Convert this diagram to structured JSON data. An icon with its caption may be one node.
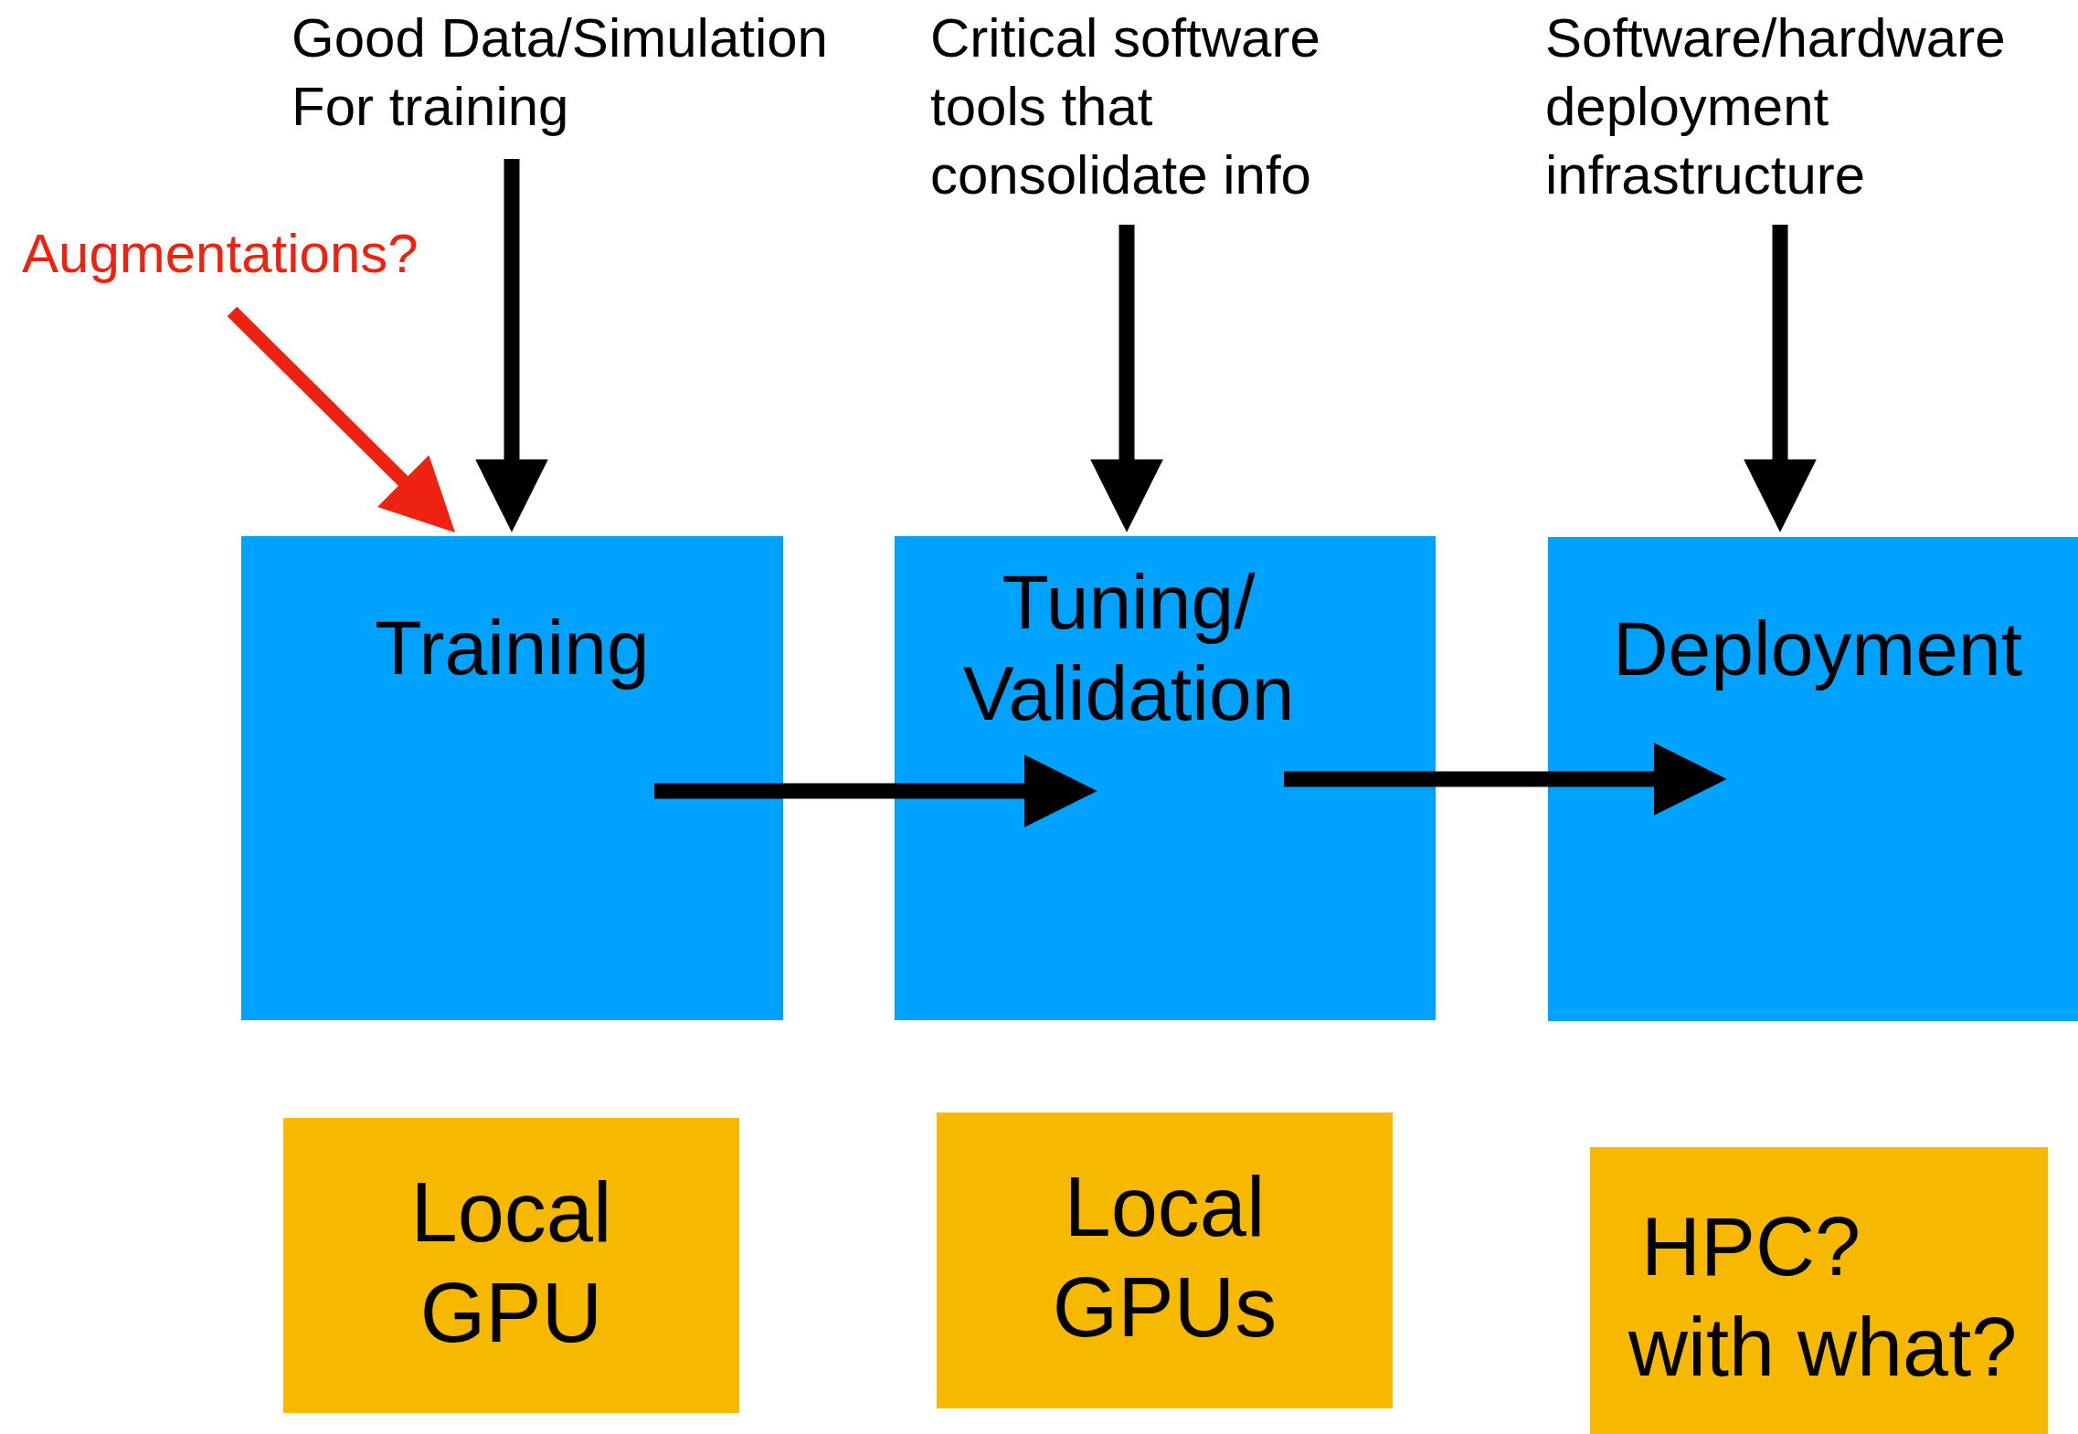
{
  "diagram": {
    "nodes": [
      {
        "text": [
          "Good Data/Simulation For training"
        ]
      },
      {
        "text": [
          "Critical software tools that consolidate info"
        ]
      },
      {
        "text": [
          "Software/hardware deployment infrastructure"
        ]
      },
      {
        "text": [
          "Augmentations?"
        ]
      },
      {
        "text": [
          "Training"
        ]
      },
      {
        "text": [
          "Tuning/ Validation"
        ]
      },
      {
        "text": [
          "Deployment"
        ]
      },
      {
        "text": [
          "Local GPU"
        ]
      },
      {
        "text": [
          "Local GPUs"
        ]
      },
      {
        "text": [
          "HPC? with what?"
        ]
      }
    ],
    "edges": [
      {
        "from": 0,
        "to": 4,
        "arrow": "to"
      },
      {
        "from": 1,
        "to": 5,
        "arrow": "to"
      },
      {
        "from": 2,
        "to": 6,
        "arrow": "to"
      },
      {
        "from": 3,
        "to": 4,
        "arrow": "to",
        "color": "#ee2211"
      },
      {
        "from": 4,
        "to": 5,
        "arrow": "to"
      },
      {
        "from": 5,
        "to": 6,
        "arrow": "to"
      }
    ]
  }
}
